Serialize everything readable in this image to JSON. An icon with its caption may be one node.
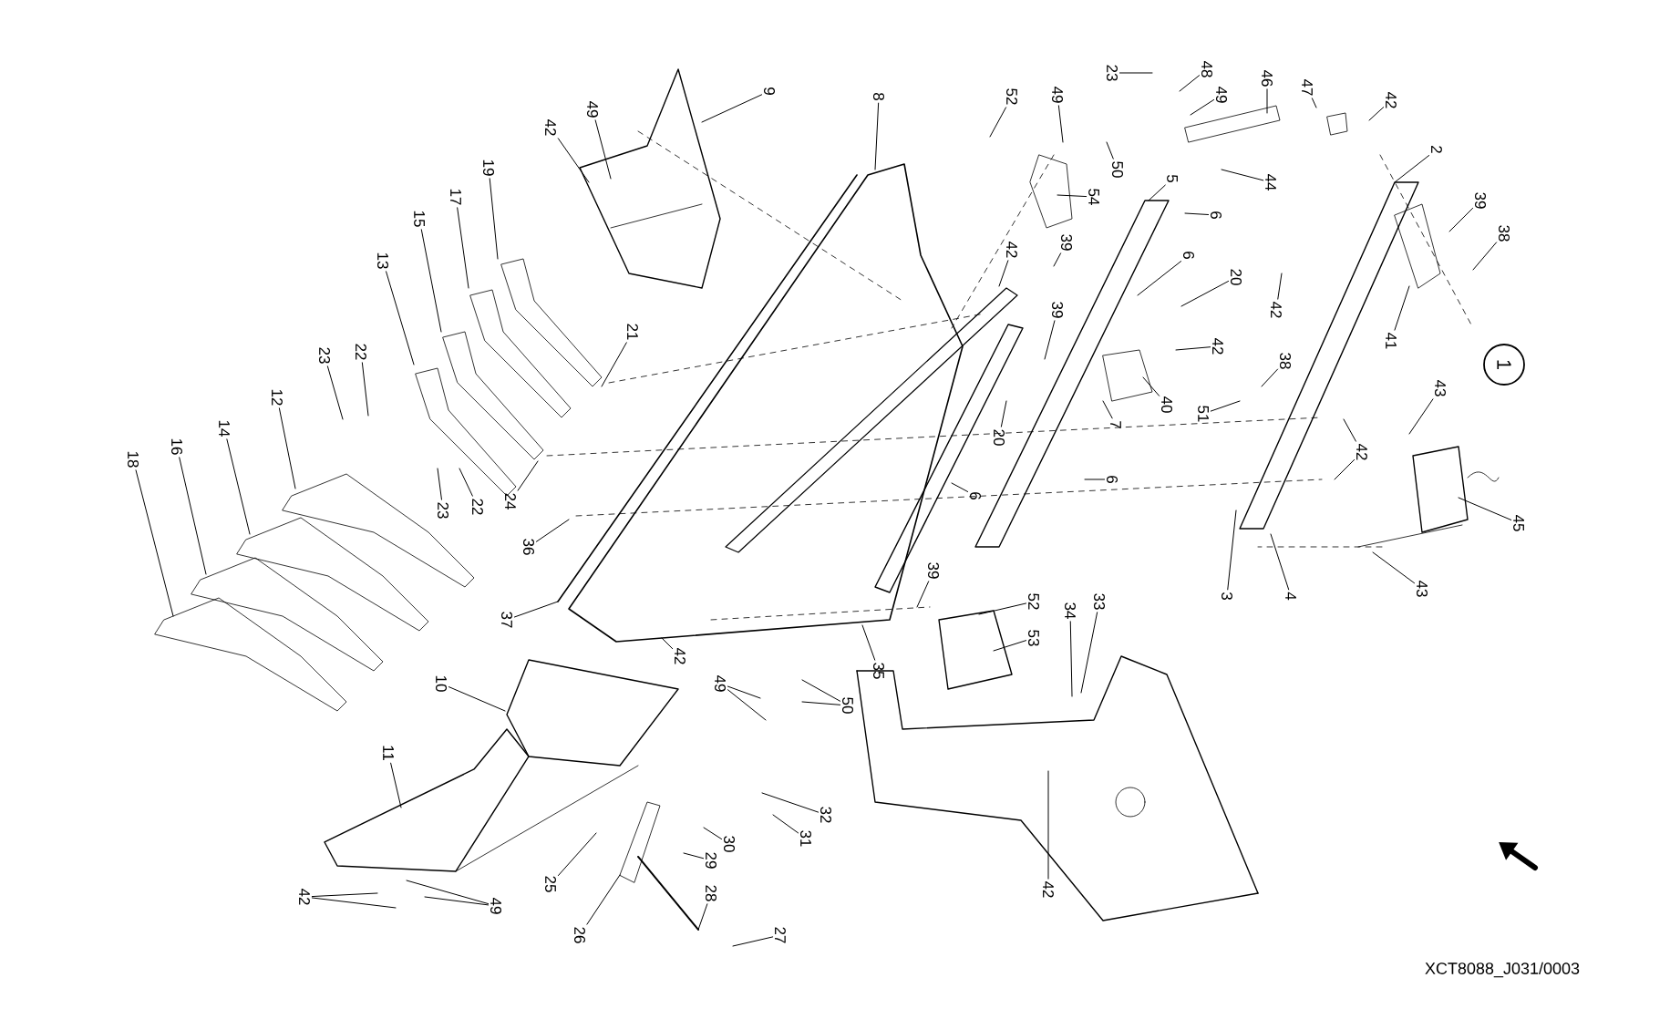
{
  "diagram": {
    "nodes": [
      {
        "text": [
          "9"
        ]
      },
      {
        "text": [
          "8"
        ]
      },
      {
        "text": [
          "52"
        ]
      },
      {
        "text": [
          "49"
        ]
      },
      {
        "text": [
          "50"
        ]
      },
      {
        "text": [
          "54"
        ]
      },
      {
        "text": [
          "23"
        ]
      },
      {
        "text": [
          "48"
        ]
      },
      {
        "text": [
          "49"
        ]
      },
      {
        "text": [
          "46"
        ]
      },
      {
        "text": [
          "47"
        ]
      },
      {
        "text": [
          "42"
        ]
      },
      {
        "text": [
          "2"
        ]
      },
      {
        "text": [
          "42"
        ]
      },
      {
        "text": [
          "49"
        ]
      },
      {
        "text": [
          "19"
        ]
      },
      {
        "text": [
          "17"
        ]
      },
      {
        "text": [
          "15"
        ]
      },
      {
        "text": [
          "13"
        ]
      },
      {
        "text": [
          "5"
        ]
      },
      {
        "text": [
          "6"
        ]
      },
      {
        "text": [
          "44"
        ]
      },
      {
        "text": [
          "39"
        ]
      },
      {
        "text": [
          "38"
        ]
      },
      {
        "text": [
          "42"
        ]
      },
      {
        "text": [
          "39"
        ]
      },
      {
        "text": [
          "42"
        ]
      },
      {
        "text": [
          "41"
        ]
      },
      {
        "text": [
          "6"
        ]
      },
      {
        "text": [
          "20"
        ]
      },
      {
        "text": [
          "39"
        ]
      },
      {
        "text": [
          "42"
        ]
      },
      {
        "text": [
          "38"
        ]
      },
      {
        "text": [
          "21"
        ]
      },
      {
        "text": [
          "23"
        ]
      },
      {
        "text": [
          "22"
        ]
      },
      {
        "text": [
          "1"
        ]
      },
      {
        "text": [
          "43"
        ]
      },
      {
        "text": [
          "12"
        ]
      },
      {
        "text": [
          "40"
        ]
      },
      {
        "text": [
          "51"
        ]
      },
      {
        "text": [
          "7"
        ]
      },
      {
        "text": [
          "14"
        ]
      },
      {
        "text": [
          "20"
        ]
      },
      {
        "text": [
          "16"
        ]
      },
      {
        "text": [
          "42"
        ]
      },
      {
        "text": [
          "18"
        ]
      },
      {
        "text": [
          "6"
        ]
      },
      {
        "text": [
          "6"
        ]
      },
      {
        "text": [
          "24"
        ]
      },
      {
        "text": [
          "22"
        ]
      },
      {
        "text": [
          "23"
        ]
      },
      {
        "text": [
          "45"
        ]
      },
      {
        "text": [
          "36"
        ]
      },
      {
        "text": [
          "39"
        ]
      },
      {
        "text": [
          "3"
        ]
      },
      {
        "text": [
          "4"
        ]
      },
      {
        "text": [
          "43"
        ]
      },
      {
        "text": [
          "52"
        ]
      },
      {
        "text": [
          "33"
        ]
      },
      {
        "text": [
          "34"
        ]
      },
      {
        "text": [
          "37"
        ]
      },
      {
        "text": [
          "53"
        ]
      },
      {
        "text": [
          "42"
        ]
      },
      {
        "text": [
          "35"
        ]
      },
      {
        "text": [
          "10"
        ]
      },
      {
        "text": [
          "49"
        ]
      },
      {
        "text": [
          "50"
        ]
      },
      {
        "text": [
          "11"
        ]
      },
      {
        "text": [
          "32"
        ]
      },
      {
        "text": [
          "31"
        ]
      },
      {
        "text": [
          "30"
        ]
      },
      {
        "text": [
          "29"
        ]
      },
      {
        "text": [
          "25"
        ]
      },
      {
        "text": [
          "42"
        ]
      },
      {
        "text": [
          "28"
        ]
      },
      {
        "text": [
          "42"
        ]
      },
      {
        "text": [
          "49"
        ]
      },
      {
        "text": [
          "26"
        ]
      },
      {
        "text": [
          "27"
        ]
      }
    ],
    "edges": [
      {
        "from": 0,
        "to": null,
        "arrow": "none"
      },
      {
        "from": 1,
        "to": null,
        "arrow": "none"
      },
      {
        "from": 2,
        "to": null,
        "arrow": "none"
      },
      {
        "from": 3,
        "to": null,
        "arrow": "none"
      },
      {
        "from": 4,
        "to": null,
        "arrow": "none"
      },
      {
        "from": 5,
        "to": null,
        "arrow": "none"
      },
      {
        "from": 6,
        "to": null,
        "arrow": "none"
      },
      {
        "from": 7,
        "to": null,
        "arrow": "none"
      },
      {
        "from": 8,
        "to": null,
        "arrow": "none"
      },
      {
        "from": 9,
        "to": null,
        "arrow": "none"
      },
      {
        "from": 10,
        "to": null,
        "arrow": "none"
      },
      {
        "from": 11,
        "to": null,
        "arrow": "none"
      },
      {
        "from": 12,
        "to": null,
        "arrow": "none"
      },
      {
        "from": 13,
        "to": null,
        "arrow": "none"
      },
      {
        "from": 14,
        "to": null,
        "arrow": "none"
      },
      {
        "from": 15,
        "to": null,
        "arrow": "none"
      },
      {
        "from": 16,
        "to": null,
        "arrow": "none"
      },
      {
        "from": 17,
        "to": null,
        "arrow": "none"
      },
      {
        "from": 18,
        "to": null,
        "arrow": "none"
      },
      {
        "from": 19,
        "to": null,
        "arrow": "none"
      },
      {
        "from": 20,
        "to": null,
        "arrow": "none"
      },
      {
        "from": 21,
        "to": null,
        "arrow": "none"
      },
      {
        "from": 22,
        "to": null,
        "arrow": "none"
      },
      {
        "from": 23,
        "to": null,
        "arrow": "none"
      },
      {
        "from": 24,
        "to": null,
        "arrow": "none"
      },
      {
        "from": 25,
        "to": null,
        "arrow": "none"
      },
      {
        "from": 26,
        "to": null,
        "arrow": "none"
      },
      {
        "from": 27,
        "to": null,
        "arrow": "none"
      },
      {
        "from": 28,
        "to": null,
        "arrow": "none"
      },
      {
        "from": 29,
        "to": null,
        "arrow": "none"
      },
      {
        "from": 30,
        "to": null,
        "arrow": "none"
      },
      {
        "from": 31,
        "to": null,
        "arrow": "none"
      },
      {
        "from": 32,
        "to": null,
        "arrow": "none"
      },
      {
        "from": 33,
        "to": null,
        "arrow": "none"
      },
      {
        "from": 34,
        "to": null,
        "arrow": "none"
      },
      {
        "from": 35,
        "to": null,
        "arrow": "none"
      },
      {
        "from": 37,
        "to": null,
        "arrow": "none"
      },
      {
        "from": 38,
        "to": null,
        "arrow": "none"
      },
      {
        "from": 39,
        "to": null,
        "arrow": "none"
      },
      {
        "from": 40,
        "to": null,
        "arrow": "none"
      },
      {
        "from": 41,
        "to": null,
        "arrow": "none"
      },
      {
        "from": 42,
        "to": null,
        "arrow": "none"
      },
      {
        "from": 43,
        "to": null,
        "arrow": "none"
      },
      {
        "from": 44,
        "to": null,
        "arrow": "none"
      },
      {
        "from": 45,
        "to": null,
        "arrow": "none"
      },
      {
        "from": 45,
        "to": null,
        "arrow": "none"
      },
      {
        "from": 46,
        "to": null,
        "arrow": "none"
      },
      {
        "from": 47,
        "to": null,
        "arrow": "none"
      },
      {
        "from": 48,
        "to": null,
        "arrow": "none"
      },
      {
        "from": 49,
        "to": null,
        "arrow": "none"
      },
      {
        "from": 50,
        "to": null,
        "arrow": "none"
      },
      {
        "from": 51,
        "to": null,
        "arrow": "none"
      },
      {
        "from": 52,
        "to": null,
        "arrow": "none"
      },
      {
        "from": 53,
        "to": null,
        "arrow": "none"
      },
      {
        "from": 54,
        "to": null,
        "arrow": "none"
      },
      {
        "from": 55,
        "to": null,
        "arrow": "none"
      },
      {
        "from": 56,
        "to": null,
        "arrow": "none"
      },
      {
        "from": 57,
        "to": null,
        "arrow": "none"
      },
      {
        "from": 58,
        "to": null,
        "arrow": "none"
      },
      {
        "from": 59,
        "to": null,
        "arrow": "none"
      },
      {
        "from": 60,
        "to": null,
        "arrow": "none"
      },
      {
        "from": 61,
        "to": null,
        "arrow": "none"
      },
      {
        "from": 62,
        "to": null,
        "arrow": "none"
      },
      {
        "from": 63,
        "to": null,
        "arrow": "none"
      },
      {
        "from": 64,
        "to": null,
        "arrow": "none"
      },
      {
        "from": 65,
        "to": null,
        "arrow": "none"
      },
      {
        "from": 66,
        "to": null,
        "arrow": "none"
      },
      {
        "from": 66,
        "to": null,
        "arrow": "none"
      },
      {
        "from": 67,
        "to": null,
        "arrow": "none"
      },
      {
        "from": 67,
        "to": null,
        "arrow": "none"
      },
      {
        "from": 68,
        "to": null,
        "arrow": "none"
      },
      {
        "from": 69,
        "to": null,
        "arrow": "none"
      },
      {
        "from": 70,
        "to": null,
        "arrow": "none"
      },
      {
        "from": 71,
        "to": null,
        "arrow": "none"
      },
      {
        "from": 72,
        "to": null,
        "arrow": "none"
      },
      {
        "from": 73,
        "to": null,
        "arrow": "none"
      },
      {
        "from": 74,
        "to": null,
        "arrow": "none"
      },
      {
        "from": 75,
        "to": null,
        "arrow": "none"
      },
      {
        "from": 76,
        "to": null,
        "arrow": "none"
      },
      {
        "from": 76,
        "to": null,
        "arrow": "none"
      },
      {
        "from": 77,
        "to": null,
        "arrow": "none"
      },
      {
        "from": 77,
        "to": null,
        "arrow": "none"
      },
      {
        "from": 78,
        "to": null,
        "arrow": "none"
      },
      {
        "from": 79,
        "to": null,
        "arrow": "none"
      }
    ],
    "labels": [
      "XCT8088_J031/0003"
    ]
  }
}
